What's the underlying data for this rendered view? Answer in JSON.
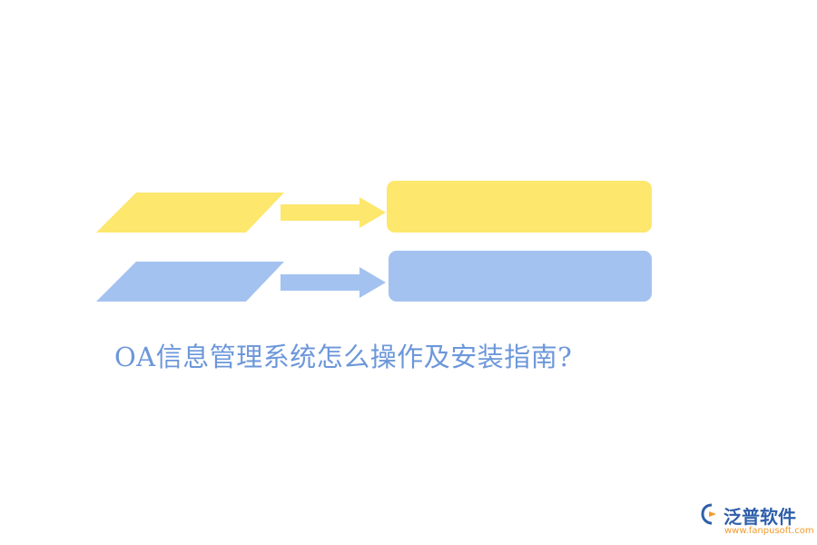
{
  "colors": {
    "yellow": "#FDE76C",
    "blue": "#A3C2F0",
    "title": "#6C97DA",
    "brand_blue": "#2F5FAA",
    "brand_orange": "#F39A2B"
  },
  "rows": [
    {
      "color": "yellow",
      "shape": "parallelogram",
      "connector": "arrow-right",
      "target": "rounded-rectangle"
    },
    {
      "color": "blue",
      "shape": "parallelogram",
      "connector": "arrow-right",
      "target": "rounded-rectangle"
    }
  ],
  "title": "OA信息管理系统怎么操作及安装指南?",
  "brand": {
    "name": "泛普软件",
    "url": "www.fanpusoft.com",
    "icon": "fanpu-logo-icon"
  }
}
